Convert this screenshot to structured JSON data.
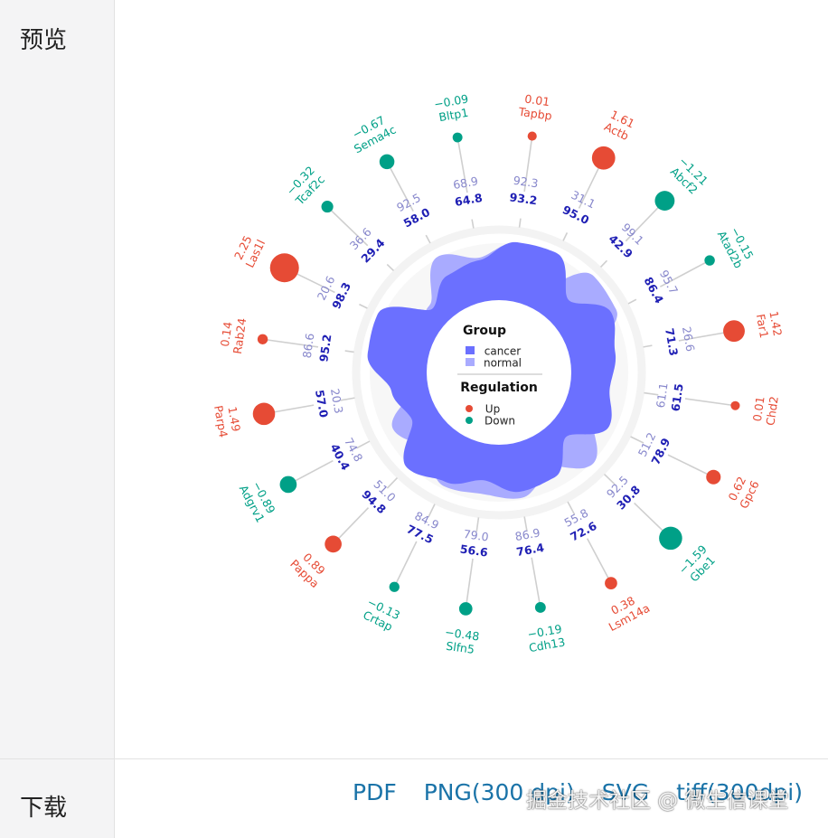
{
  "sidebar": {
    "preview_label": "预览",
    "download_label": "下载"
  },
  "downloads": {
    "pdf": "PDF",
    "png": "PNG(300 dpi)",
    "svg": "SVG",
    "tiff": "tiff(300dpi)"
  },
  "watermark": "掘金技术社区 @ 微生信课堂",
  "colors": {
    "cancer": "#6b70ff",
    "normal": "#a9abff",
    "up": "#e64b35",
    "down": "#00a087",
    "cancer_value": "#1f1fb4",
    "normal_value": "#8888cc",
    "ring": "#ededed"
  },
  "chart_data": {
    "type": "radial",
    "legend": {
      "group_title": "Group",
      "groups": [
        "cancer",
        "normal"
      ],
      "regulation_title": "Regulation",
      "regulations": [
        "Up",
        "Down"
      ]
    },
    "genes": [
      {
        "name": "Tapbp",
        "logfc": "0.01",
        "regulation": "Up",
        "cancer": "93.2",
        "normal": "92.3"
      },
      {
        "name": "Actb",
        "logfc": "1.61",
        "regulation": "Up",
        "cancer": "95.0",
        "normal": "31.1"
      },
      {
        "name": "Abcf2",
        "logfc": "-1.21",
        "regulation": "Down",
        "cancer": "42.9",
        "normal": "99.1"
      },
      {
        "name": "Atad2b",
        "logfc": "-0.15",
        "regulation": "Down",
        "cancer": "86.4",
        "normal": "95.7"
      },
      {
        "name": "Far1",
        "logfc": "1.42",
        "regulation": "Up",
        "cancer": "71.3",
        "normal": "26.6"
      },
      {
        "name": "Chd2",
        "logfc": "0.01",
        "regulation": "Up",
        "cancer": "61.5",
        "normal": "61.1"
      },
      {
        "name": "Gpc6",
        "logfc": "0.62",
        "regulation": "Up",
        "cancer": "78.9",
        "normal": "51.2"
      },
      {
        "name": "Gbe1",
        "logfc": "-1.59",
        "regulation": "Down",
        "cancer": "30.8",
        "normal": "92.5"
      },
      {
        "name": "Lsm14a",
        "logfc": "0.38",
        "regulation": "Up",
        "cancer": "72.6",
        "normal": "55.8"
      },
      {
        "name": "Cdh13",
        "logfc": "-0.19",
        "regulation": "Down",
        "cancer": "76.4",
        "normal": "86.9"
      },
      {
        "name": "Slfn5",
        "logfc": "-0.48",
        "regulation": "Down",
        "cancer": "56.6",
        "normal": "79.0"
      },
      {
        "name": "Crtap",
        "logfc": "-0.13",
        "regulation": "Down",
        "cancer": "77.5",
        "normal": "84.9"
      },
      {
        "name": "Pappa",
        "logfc": "0.89",
        "regulation": "Up",
        "cancer": "94.8",
        "normal": "51.0"
      },
      {
        "name": "Adgrv1",
        "logfc": "-0.89",
        "regulation": "Down",
        "cancer": "40.4",
        "normal": "74.8"
      },
      {
        "name": "Parp4",
        "logfc": "1.49",
        "regulation": "Up",
        "cancer": "57.0",
        "normal": "20.3"
      },
      {
        "name": "Rab24",
        "logfc": "0.14",
        "regulation": "Up",
        "cancer": "95.2",
        "normal": "86.6"
      },
      {
        "name": "Las1l",
        "logfc": "2.25",
        "regulation": "Up",
        "cancer": "98.3",
        "normal": "20.6"
      },
      {
        "name": "Tcaf2c",
        "logfc": "-0.32",
        "regulation": "Down",
        "cancer": "29.4",
        "normal": "36.6"
      },
      {
        "name": "Sema4c",
        "logfc": "-0.67",
        "regulation": "Down",
        "cancer": "58.0",
        "normal": "92.5"
      },
      {
        "name": "Bltp1",
        "logfc": "-0.09",
        "regulation": "Down",
        "cancer": "64.8",
        "normal": "68.9"
      }
    ]
  }
}
